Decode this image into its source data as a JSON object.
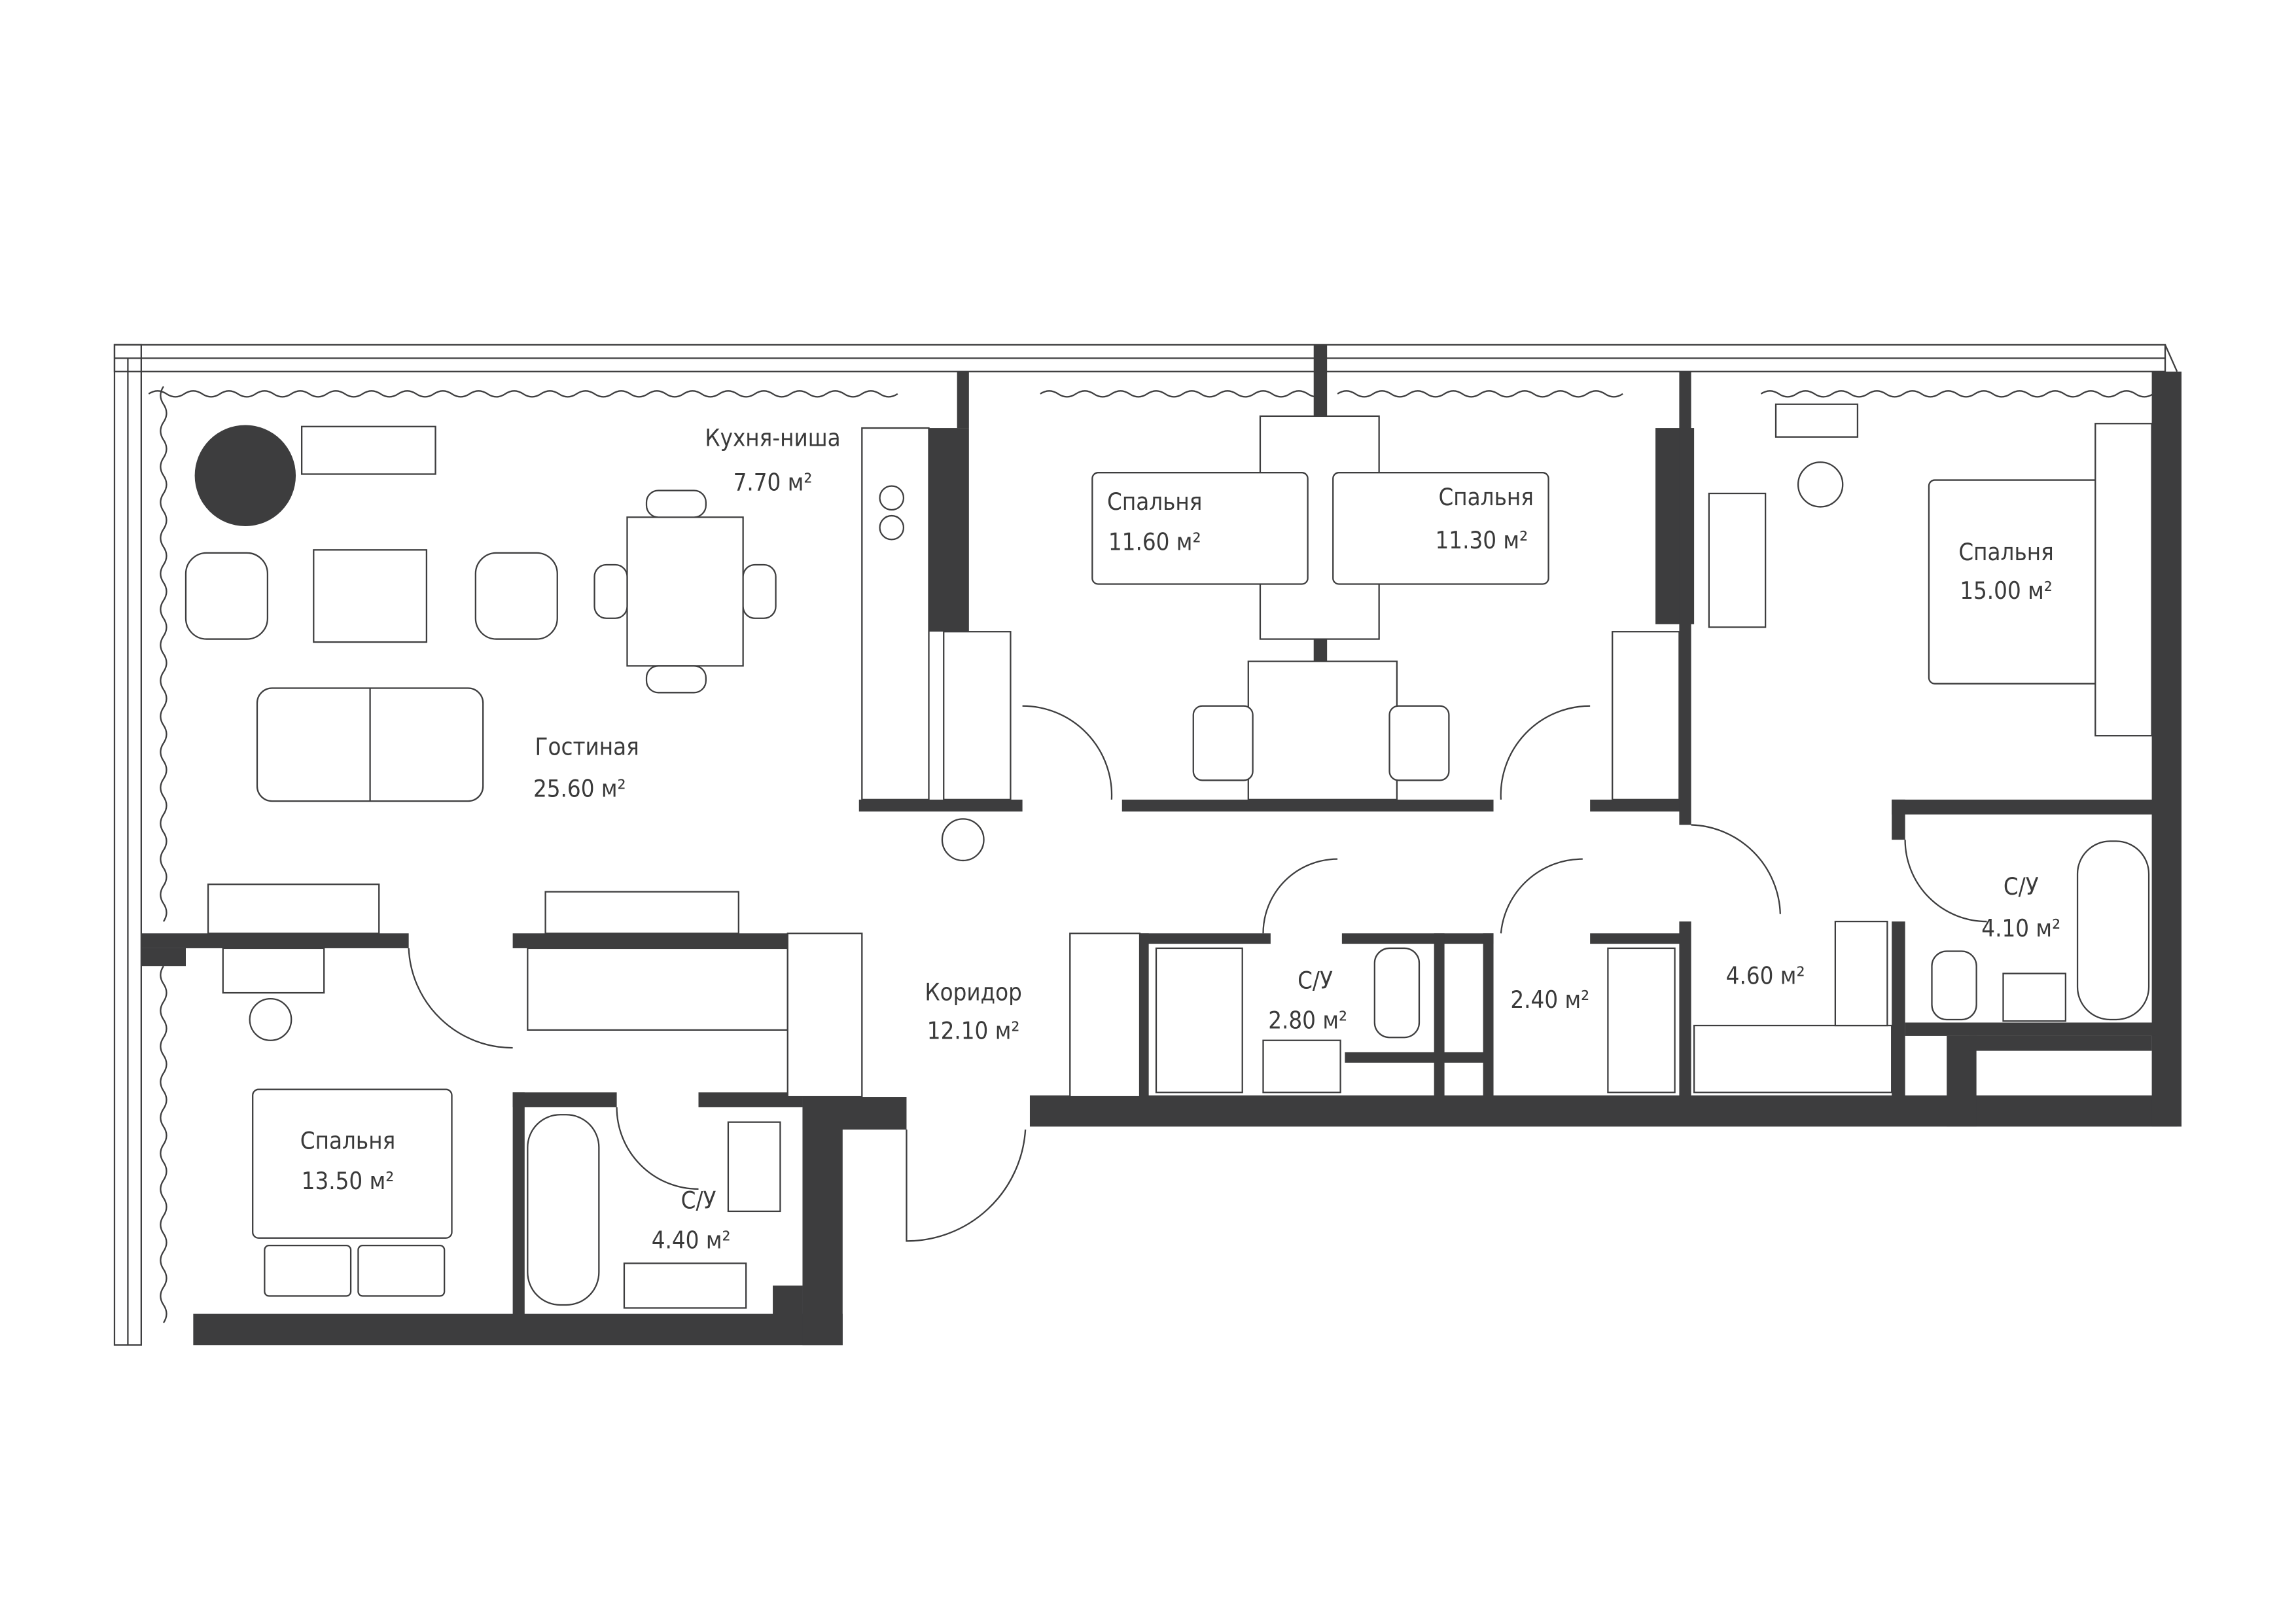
{
  "plan": {
    "wall_color": "#3d3d3e",
    "rooms": [
      {
        "id": "kitchen",
        "name": "Кухня-ниша",
        "area": "7.70 м²"
      },
      {
        "id": "living",
        "name": "Гостиная",
        "area": "25.60 м²"
      },
      {
        "id": "bedroom1",
        "name": "Спальня",
        "area": "11.60 м²"
      },
      {
        "id": "bedroom2",
        "name": "Спальня",
        "area": "11.30 м²"
      },
      {
        "id": "bedroom3",
        "name": "Спальня",
        "area": "15.00 м²"
      },
      {
        "id": "corridor",
        "name": "Коридор",
        "area": "12.10 м²"
      },
      {
        "id": "bath1",
        "name": "С/У",
        "area": "2.80 м²"
      },
      {
        "id": "storage1",
        "name": "",
        "area": "2.40 м²"
      },
      {
        "id": "storage2",
        "name": "",
        "area": "4.60 м²"
      },
      {
        "id": "bath2",
        "name": "С/У",
        "area": "4.10 м²"
      },
      {
        "id": "bedroom4",
        "name": "Спальня",
        "area": "13.50 м²"
      },
      {
        "id": "bath3",
        "name": "С/У",
        "area": "4.40 м²"
      }
    ]
  }
}
